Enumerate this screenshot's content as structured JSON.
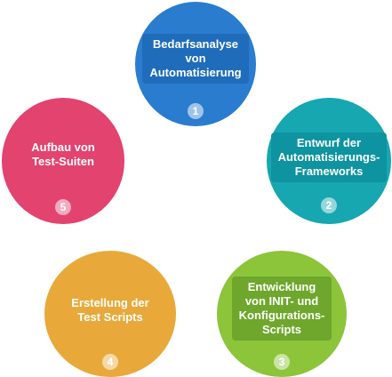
{
  "steps": [
    {
      "number": "1",
      "label": "Bedarfsanalyse\nvon\nAutomatisierung",
      "color": "#2a7ccf"
    },
    {
      "number": "2",
      "label": "Entwurf der\nAutomatisierungs-\nFrameworks",
      "color": "#17a7b0"
    },
    {
      "number": "3",
      "label": "Entwicklung\nvon INIT- und\nKonfigurations-\nScripts",
      "color": "#8cc43a"
    },
    {
      "number": "4",
      "label": "Erstellung der\nTest Scripts",
      "color": "#e8a93a"
    },
    {
      "number": "5",
      "label": "Aufbau von\nTest-Suiten",
      "color": "#e2436f"
    }
  ]
}
